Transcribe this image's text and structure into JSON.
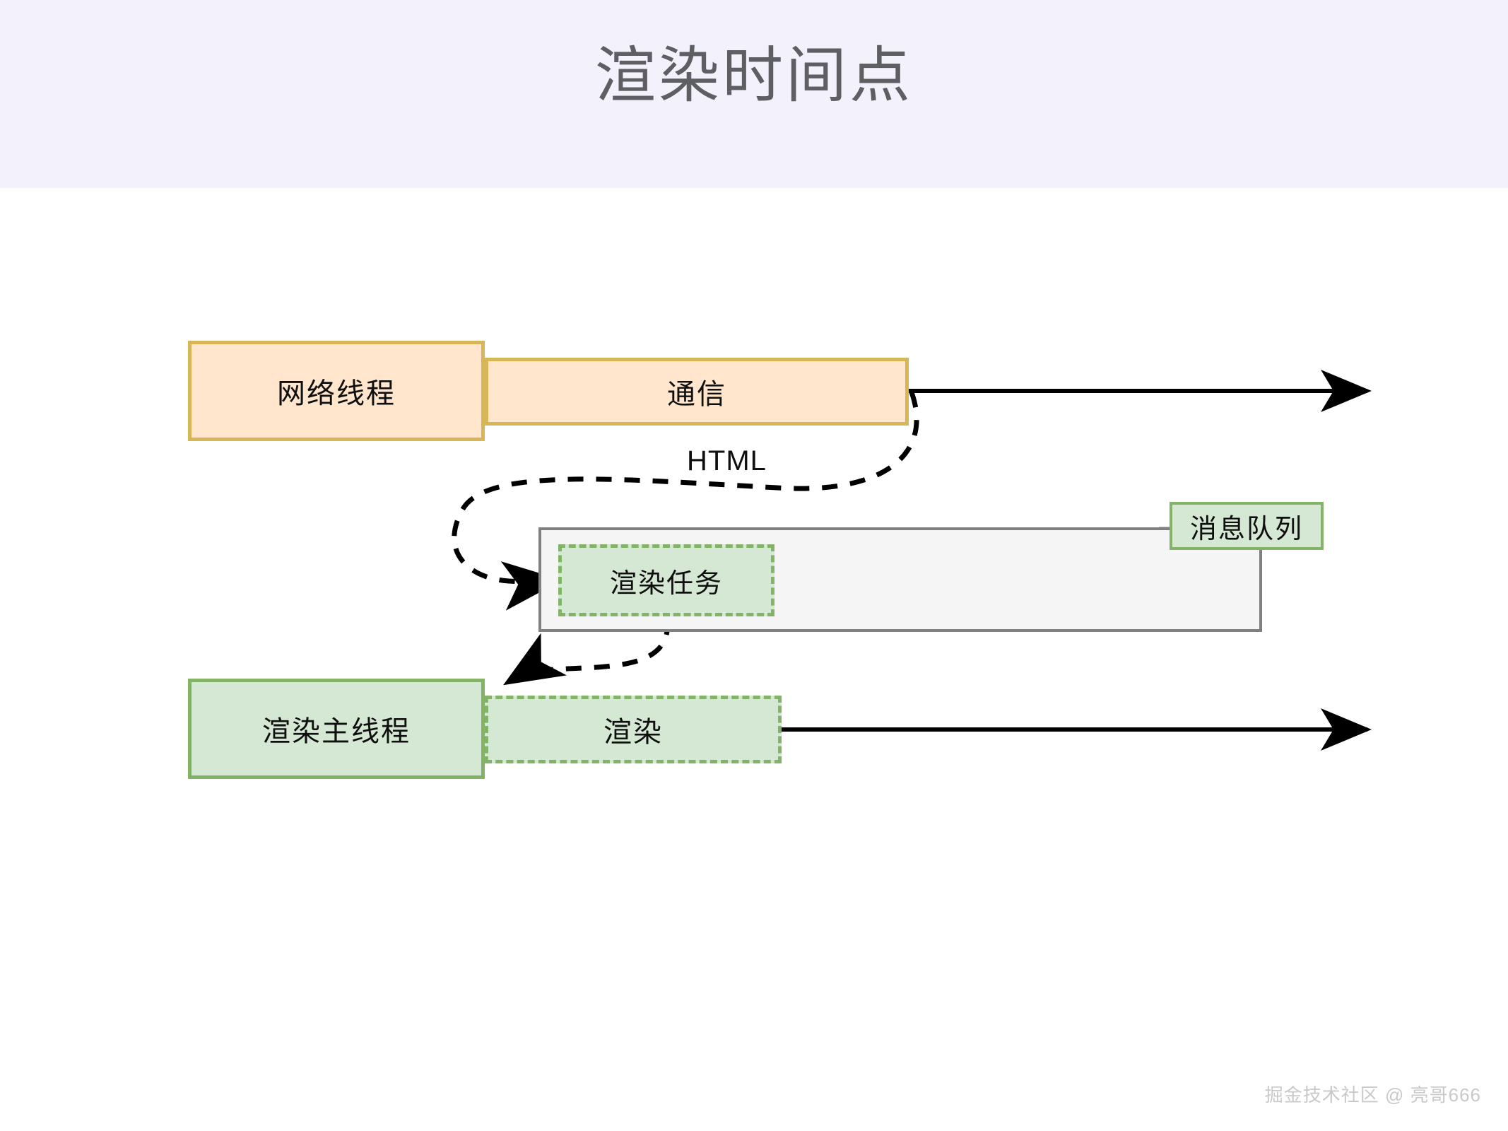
{
  "header": {
    "title": "渲染时间点",
    "band_color": "#f3f1fb",
    "title_color": "#5d5f63"
  },
  "diagram": {
    "type": "sequence-timeline",
    "nodes": [
      {
        "id": "network-thread",
        "label": "网络线程",
        "style": "orange-solid",
        "fill": "#ffe6cc",
        "stroke": "#d6b656"
      },
      {
        "id": "communication",
        "label": "通信",
        "style": "orange-solid",
        "fill": "#ffe6cc",
        "stroke": "#d6b656"
      },
      {
        "id": "message-queue-container",
        "label": "",
        "style": "gray-container",
        "fill": "#f5f5f5",
        "stroke": "#808080"
      },
      {
        "id": "render-task",
        "label": "渲染任务",
        "style": "green-dashed",
        "fill": "#d5e8d4",
        "stroke": "#82b366"
      },
      {
        "id": "message-queue-label",
        "label": "消息队列",
        "style": "green-solid",
        "fill": "#d5e8d4",
        "stroke": "#82b366"
      },
      {
        "id": "render-main-thread",
        "label": "渲染主线程",
        "style": "green-solid",
        "fill": "#d5e8d4",
        "stroke": "#82b366"
      },
      {
        "id": "render",
        "label": "渲染",
        "style": "green-dashed",
        "fill": "#d5e8d4",
        "stroke": "#82b366"
      }
    ],
    "annotations": [
      {
        "id": "html-label",
        "text": "HTML"
      }
    ],
    "edges": [
      {
        "id": "network-timeline-arrow",
        "from": "communication",
        "to": "timeline-end-top",
        "style": "solid",
        "color": "#000000"
      },
      {
        "id": "html-to-render-task",
        "from": "communication",
        "to": "render-task",
        "style": "dashed",
        "color": "#000000",
        "label": "HTML"
      },
      {
        "id": "render-task-to-render",
        "from": "render-task",
        "to": "render",
        "style": "dashed",
        "color": "#000000"
      },
      {
        "id": "queue-label-connector",
        "from": "message-queue-container",
        "to": "message-queue-label",
        "style": "solid",
        "color": "#808080"
      },
      {
        "id": "render-timeline-arrow",
        "from": "render",
        "to": "timeline-end-bottom",
        "style": "solid",
        "color": "#000000"
      }
    ]
  },
  "watermark": {
    "text": "掘金技术社区 @ 亮哥666"
  }
}
